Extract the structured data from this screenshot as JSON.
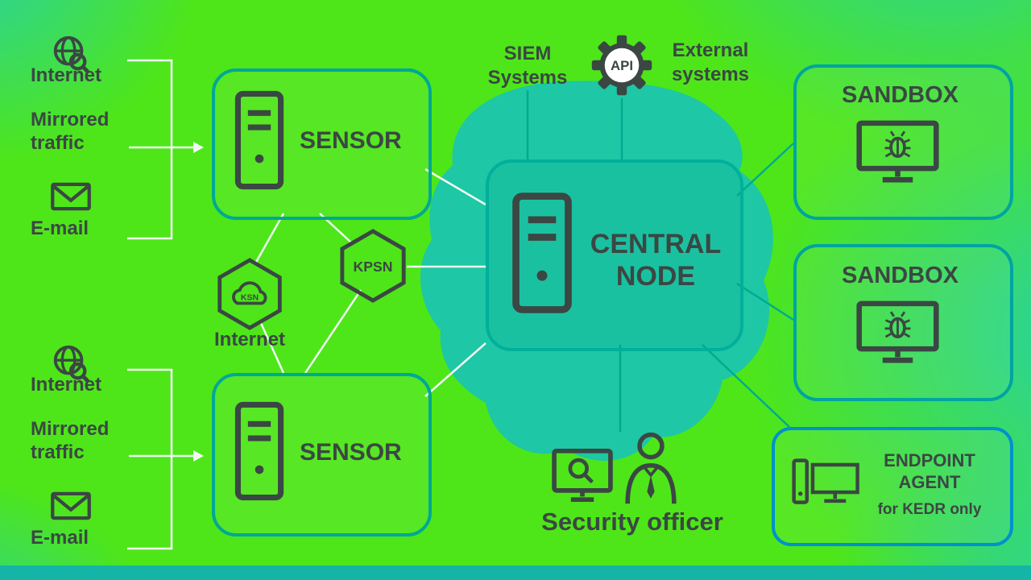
{
  "colors": {
    "background_green": "#4ee619",
    "background_teal": "#27d1a8",
    "blob": "#1ec7a5",
    "icon_ink": "#3b4743",
    "node_border": "#00a896",
    "endpoint_border": "#0092cc",
    "line_white": "#f0faf4",
    "line_teal": "#00ab8f",
    "bottom_bar": "#14b4a6"
  },
  "left_top": {
    "internet": "Internet",
    "mirrored_traffic": "Mirrored traffic",
    "email": "E-mail"
  },
  "left_bottom": {
    "internet": "Internet",
    "mirrored_traffic": "Mirrored traffic",
    "email": "E-mail"
  },
  "nodes": {
    "sensor_top": "SENSOR",
    "sensor_bottom": "SENSOR",
    "central": "CENTRAL NODE",
    "sandbox_top": "SANDBOX",
    "sandbox_bottom": "SANDBOX",
    "endpoint_title": "ENDPOINT AGENT",
    "endpoint_subtitle": "for KEDR only"
  },
  "badges": {
    "ksn": "KSN",
    "kpsn": "KPSN",
    "api": "API"
  },
  "labels": {
    "ksn_internet": "Internet",
    "siem": "SIEM Systems",
    "external": "External systems",
    "security_officer": "Security officer"
  }
}
